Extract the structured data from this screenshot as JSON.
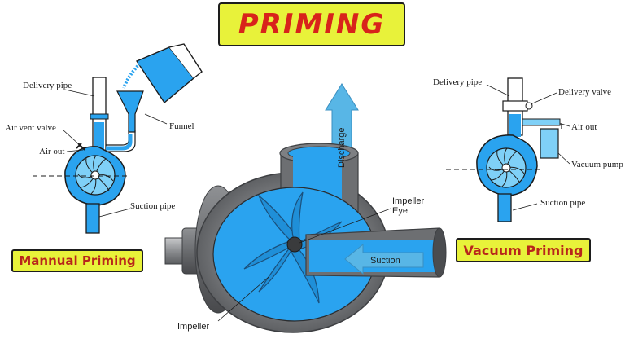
{
  "title": "PRIMING",
  "manual": {
    "badge": "Mannual Priming",
    "labels": {
      "delivery_pipe": "Delivery pipe",
      "funnel": "Funnel",
      "air_vent_valve": "Air vent valve",
      "air_out": "Air out",
      "suction_pipe": "Suction pipe"
    }
  },
  "centre": {
    "labels": {
      "discharge": "Discharge",
      "impeller_eye_1": "Impeller",
      "impeller_eye_2": "Eye",
      "suction": "Suction",
      "impeller": "Impeller"
    }
  },
  "vacuum": {
    "badge": "Vacuum Priming",
    "labels": {
      "delivery_pipe": "Delivery pipe",
      "delivery_valve": "Delivery valve",
      "air_out": "Air out",
      "vacuum_pump": "Vacuum pump",
      "suction_pipe": "Suction pipe"
    }
  },
  "colors": {
    "water": "#2aa3ef",
    "water_light": "#7fd0f7",
    "casing": "#6d6f72",
    "arrow": "#58b6e6",
    "badge_bg": "#e8f23a",
    "badge_text": "#b8261b",
    "title_text": "#d8231b"
  }
}
